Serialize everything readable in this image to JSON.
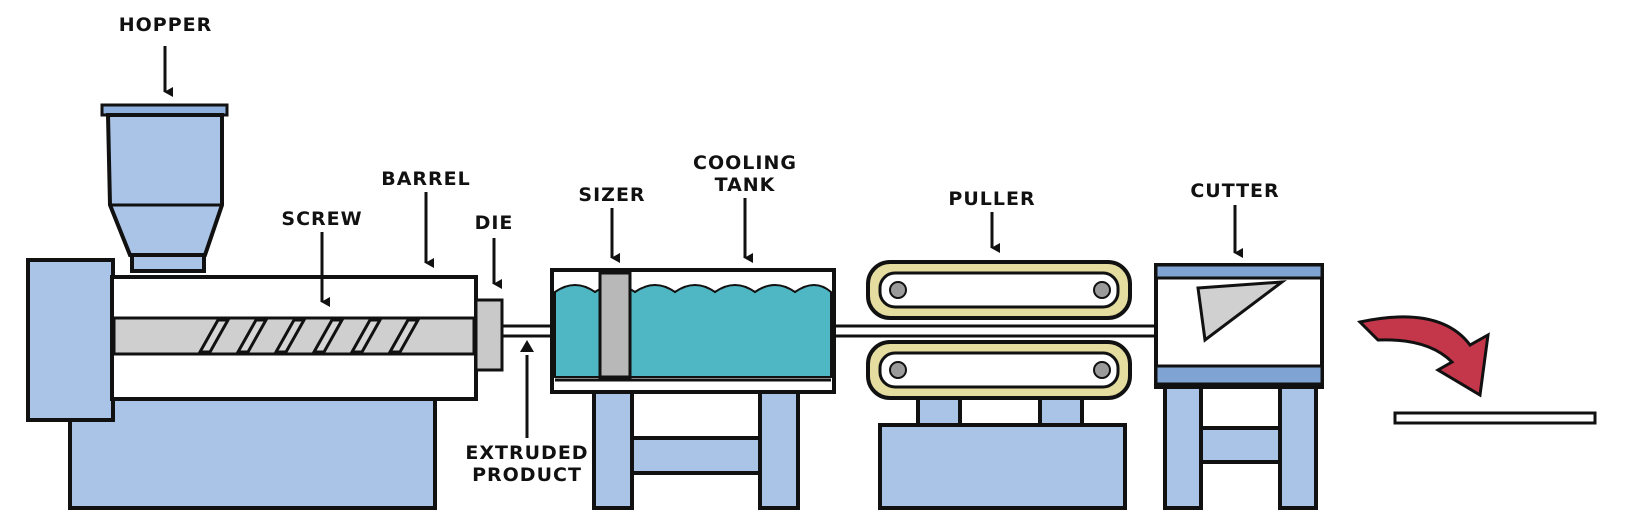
{
  "labels": {
    "hopper": "HOPPER",
    "barrel": "BARREL",
    "screw": "SCREW",
    "die": "DIE",
    "sizer": "SIZER",
    "cooling_tank_line1": "COOLING",
    "cooling_tank_line2": "TANK",
    "puller": "PULLER",
    "cutter": "CUTTER",
    "extruded_product_line1": "EXTRUDED",
    "extruded_product_line2": "PRODUCT"
  },
  "colors": {
    "machine_blue": "#a9c4e6",
    "machine_blue_dark": "#7fa3d3",
    "steel_gray": "#c9c9c9",
    "water_teal": "#4fb6c4",
    "belt_tan": "#e5dca0",
    "arrow_red": "#c4364a",
    "outline": "#111111"
  }
}
